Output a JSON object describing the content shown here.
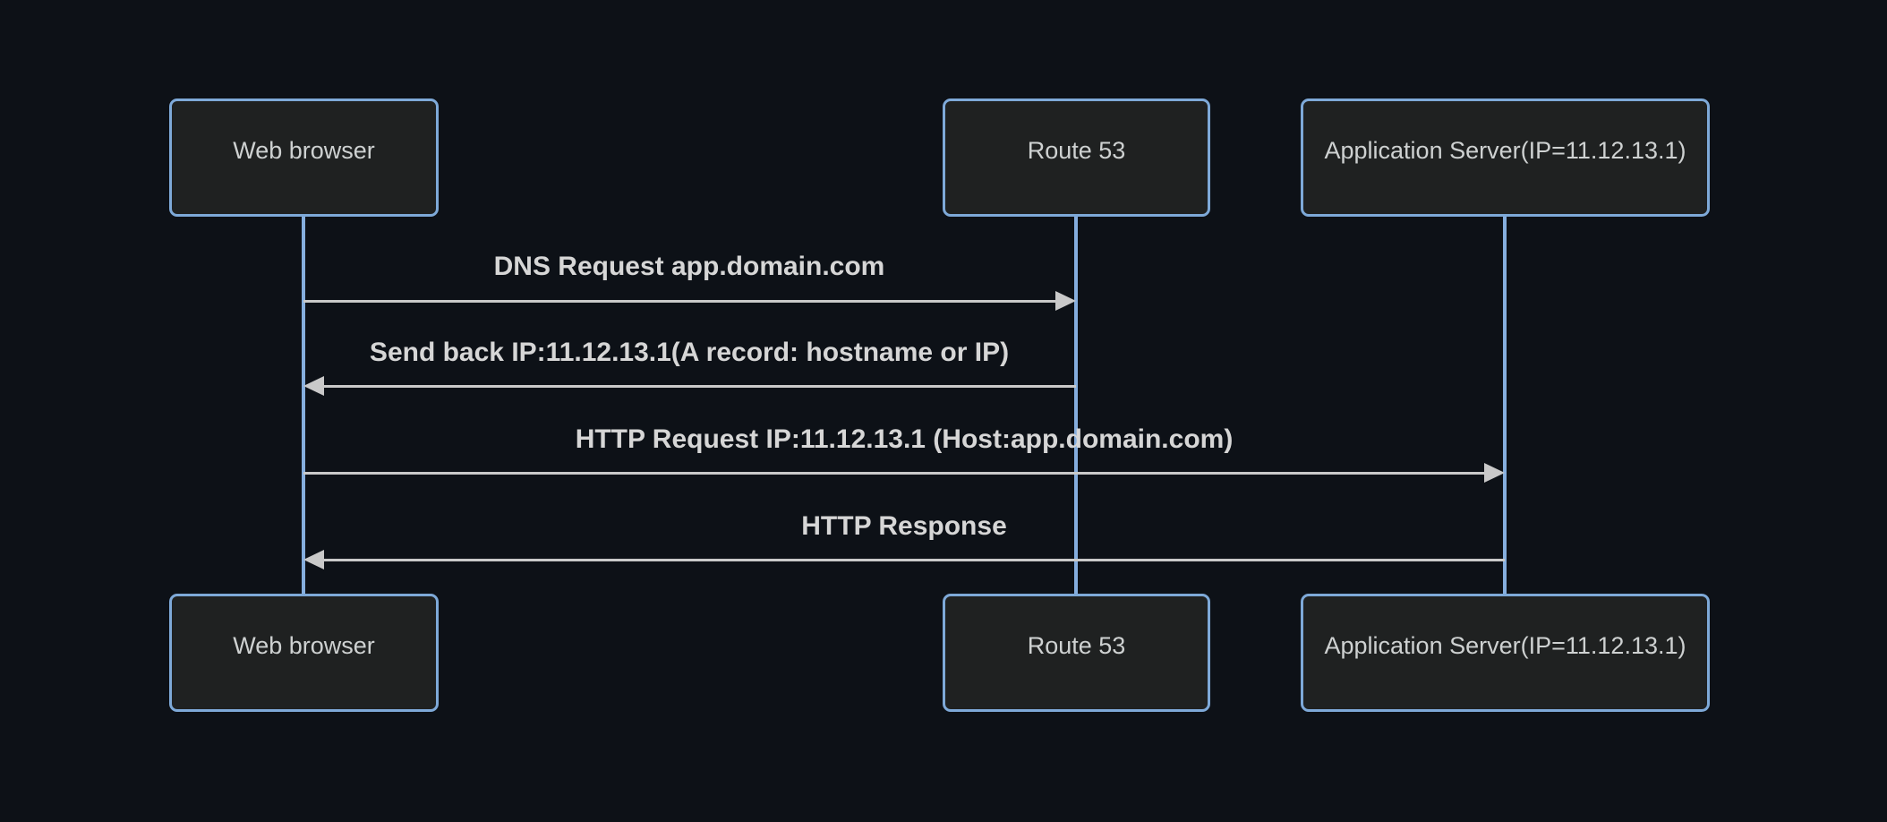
{
  "diagram": {
    "type": "sequence",
    "theme": {
      "background": "#0d1117",
      "actor_fill": "#1f2121",
      "actor_border": "#7ea9d8",
      "lifeline_color": "#85aede",
      "arrow_color": "#c9c9c9",
      "actor_text_color": "#ced1d1",
      "message_text_color": "#d6d6d6"
    },
    "actors": [
      {
        "id": "web-browser",
        "label": "Web browser"
      },
      {
        "id": "route-53",
        "label": "Route 53"
      },
      {
        "id": "application-server",
        "label": "Application Server(IP=11.12.13.1)"
      }
    ],
    "messages": [
      {
        "from": "web-browser",
        "to": "route-53",
        "direction": "right",
        "arrow_style": "solid",
        "label": "DNS Request app.domain.com"
      },
      {
        "from": "route-53",
        "to": "web-browser",
        "direction": "left",
        "arrow_style": "solid",
        "label": "Send back IP:11.12.13.1(A record: hostname or IP)"
      },
      {
        "from": "web-browser",
        "to": "application-server",
        "direction": "right",
        "arrow_style": "solid",
        "label": "HTTP Request IP:11.12.13.1 (Host:app.domain.com)"
      },
      {
        "from": "application-server",
        "to": "web-browser",
        "direction": "left",
        "arrow_style": "solid",
        "label": "HTTP Response"
      }
    ]
  }
}
